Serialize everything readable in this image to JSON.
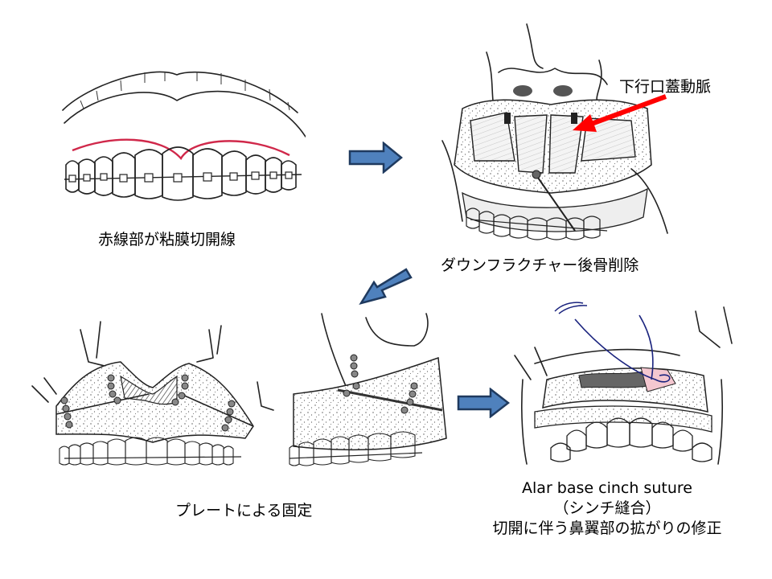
{
  "slide": {
    "panels": [
      {
        "id": "incision",
        "caption": "赤線部が粘膜切開線"
      },
      {
        "id": "downfracture",
        "caption": "ダウンフラクチャー後骨削除",
        "annotation": "下行口蓋動脈"
      },
      {
        "id": "plate-fixation",
        "caption": "プレートによる固定"
      },
      {
        "id": "cinch-suture",
        "caption_lines": [
          "Alar base cinch suture",
          "（シンチ縫合）",
          "切開に伴う鼻翼部の拡がりの修正"
        ]
      }
    ]
  },
  "colors": {
    "flow_arrow_fill": "#4F81BD",
    "flow_arrow_stroke": "#1F3A5F",
    "incision_line": "#D0284A",
    "pointer_arrow": "#FF0000",
    "suture_thread": "#1A237E",
    "flap_tint": "#F4C7D0"
  },
  "icons": {
    "flow_arrow": "right-arrow",
    "flow_arrow_diag": "down-left-arrow",
    "pointer": "red-pointer-arrow"
  }
}
